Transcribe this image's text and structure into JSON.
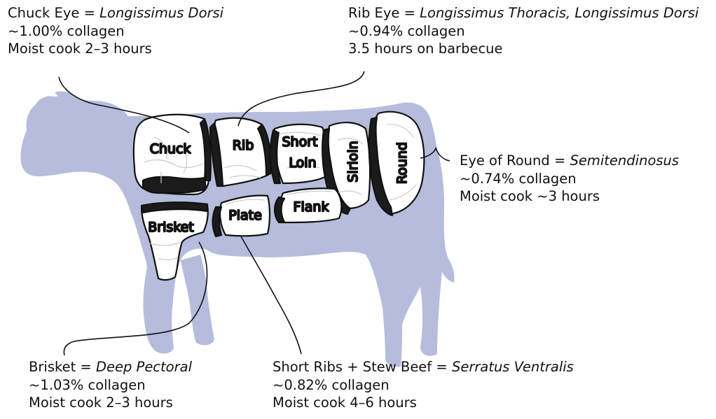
{
  "colors": {
    "cow_silhouette": "#b6bcdc",
    "cut_fill": "#ffffff",
    "cut_outline": "#111111",
    "leader_line": "#111111"
  },
  "cuts": [
    {
      "id": "chuck",
      "label": "Chuck"
    },
    {
      "id": "rib",
      "label": "Rib"
    },
    {
      "id": "short-loin",
      "label": "Short Loin",
      "lines": [
        "Short",
        "Loin"
      ]
    },
    {
      "id": "sirloin",
      "label": "Sirloin"
    },
    {
      "id": "round",
      "label": "Round"
    },
    {
      "id": "brisket",
      "label": "Brisket"
    },
    {
      "id": "plate",
      "label": "Plate"
    },
    {
      "id": "flank",
      "label": "Flank"
    }
  ],
  "callouts": {
    "chuck_eye": {
      "name": "Chuck Eye",
      "eq": " = ",
      "muscle": "Longissimus Dorsi",
      "collagen": "~1.00% collagen",
      "cook": "Moist cook 2–3 hours"
    },
    "rib_eye": {
      "name": "Rib Eye",
      "eq": " = ",
      "muscle": "Longissimus Thoracis, Longissimus Dorsi",
      "collagen": "~0.94% collagen",
      "cook": "3.5 hours on barbecue"
    },
    "eye_of_round": {
      "name": "Eye of Round",
      "eq": " = ",
      "muscle": "Semitendinosus",
      "collagen": "~0.74% collagen",
      "cook": "Moist cook ~3 hours"
    },
    "brisket": {
      "name": "Brisket",
      "eq": " = ",
      "muscle": "Deep Pectoral",
      "collagen": "~1.03% collagen",
      "cook": "Moist cook 2–3 hours"
    },
    "short_ribs": {
      "name": "Short Ribs + Stew Beef",
      "eq": " = ",
      "muscle": "Serratus Ventralis",
      "collagen": "~0.82% collagen",
      "cook": "Moist cook 4–6 hours"
    }
  }
}
